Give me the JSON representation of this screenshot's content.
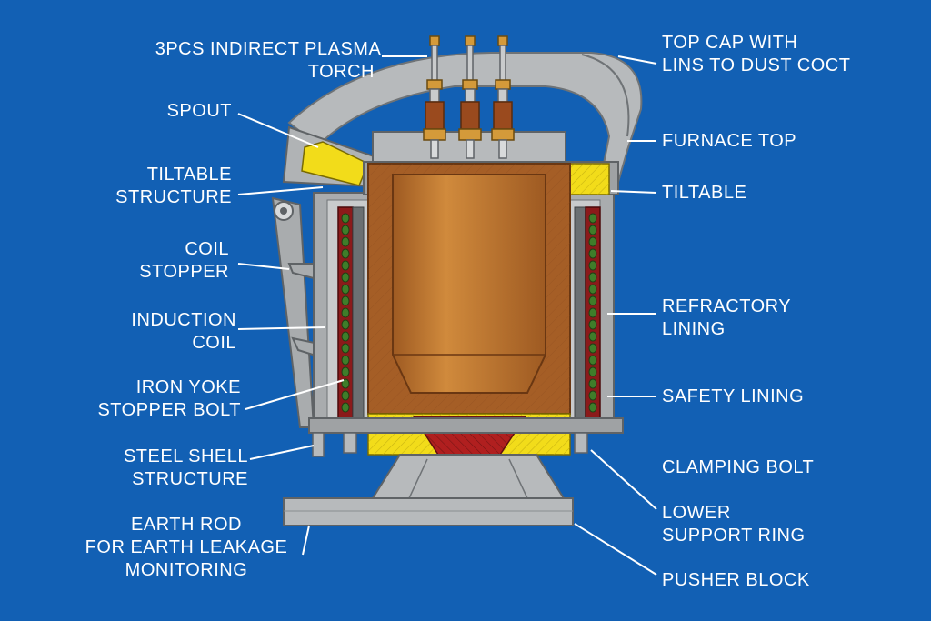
{
  "background_color": "#1260b4",
  "colors": {
    "steel": "#a9acae",
    "steel_dark": "#6f7376",
    "copper": "#c2762f",
    "copper_dark": "#8c4a1f",
    "refractory_yellow": "#f2dc1a",
    "coil_red": "#8b1a1a",
    "coil_green": "#3f7d2a",
    "label_text": "#ffffff"
  },
  "labels": {
    "plasma_torch": [
      "3PCS INDIRECT PLASMA",
      "TORCH"
    ],
    "spout": [
      "SPOUT"
    ],
    "tiltable_structure": [
      "TILTABLE",
      "STRUCTURE"
    ],
    "coil_stopper": [
      "COIL",
      "STOPPER"
    ],
    "induction_coil": [
      "INDUCTION",
      "COIL"
    ],
    "iron_yoke": [
      "IRON YOKE",
      "STOPPER BOLT"
    ],
    "steel_shell": [
      "STEEL SHELL",
      "STRUCTURE"
    ],
    "earth_rod": [
      "EARTH ROD",
      "FOR EARTH LEAKAGE",
      "MONITORING"
    ],
    "top_cap": [
      "TOP CAP WITH",
      "LINS TO DUST COCT"
    ],
    "furnace_top": [
      "FURNACE TOP"
    ],
    "tiltable": [
      "TILTABLE"
    ],
    "refractory_lining": [
      "REFRACTORY",
      "LINING"
    ],
    "safety_lining": [
      "SAFETY LINING"
    ],
    "clamping_bolt": [
      "CLAMPING BOLT"
    ],
    "lower_support_ring": [
      "LOWER",
      "SUPPORT RING"
    ],
    "pusher_block": [
      "PUSHER BLOCK"
    ]
  }
}
